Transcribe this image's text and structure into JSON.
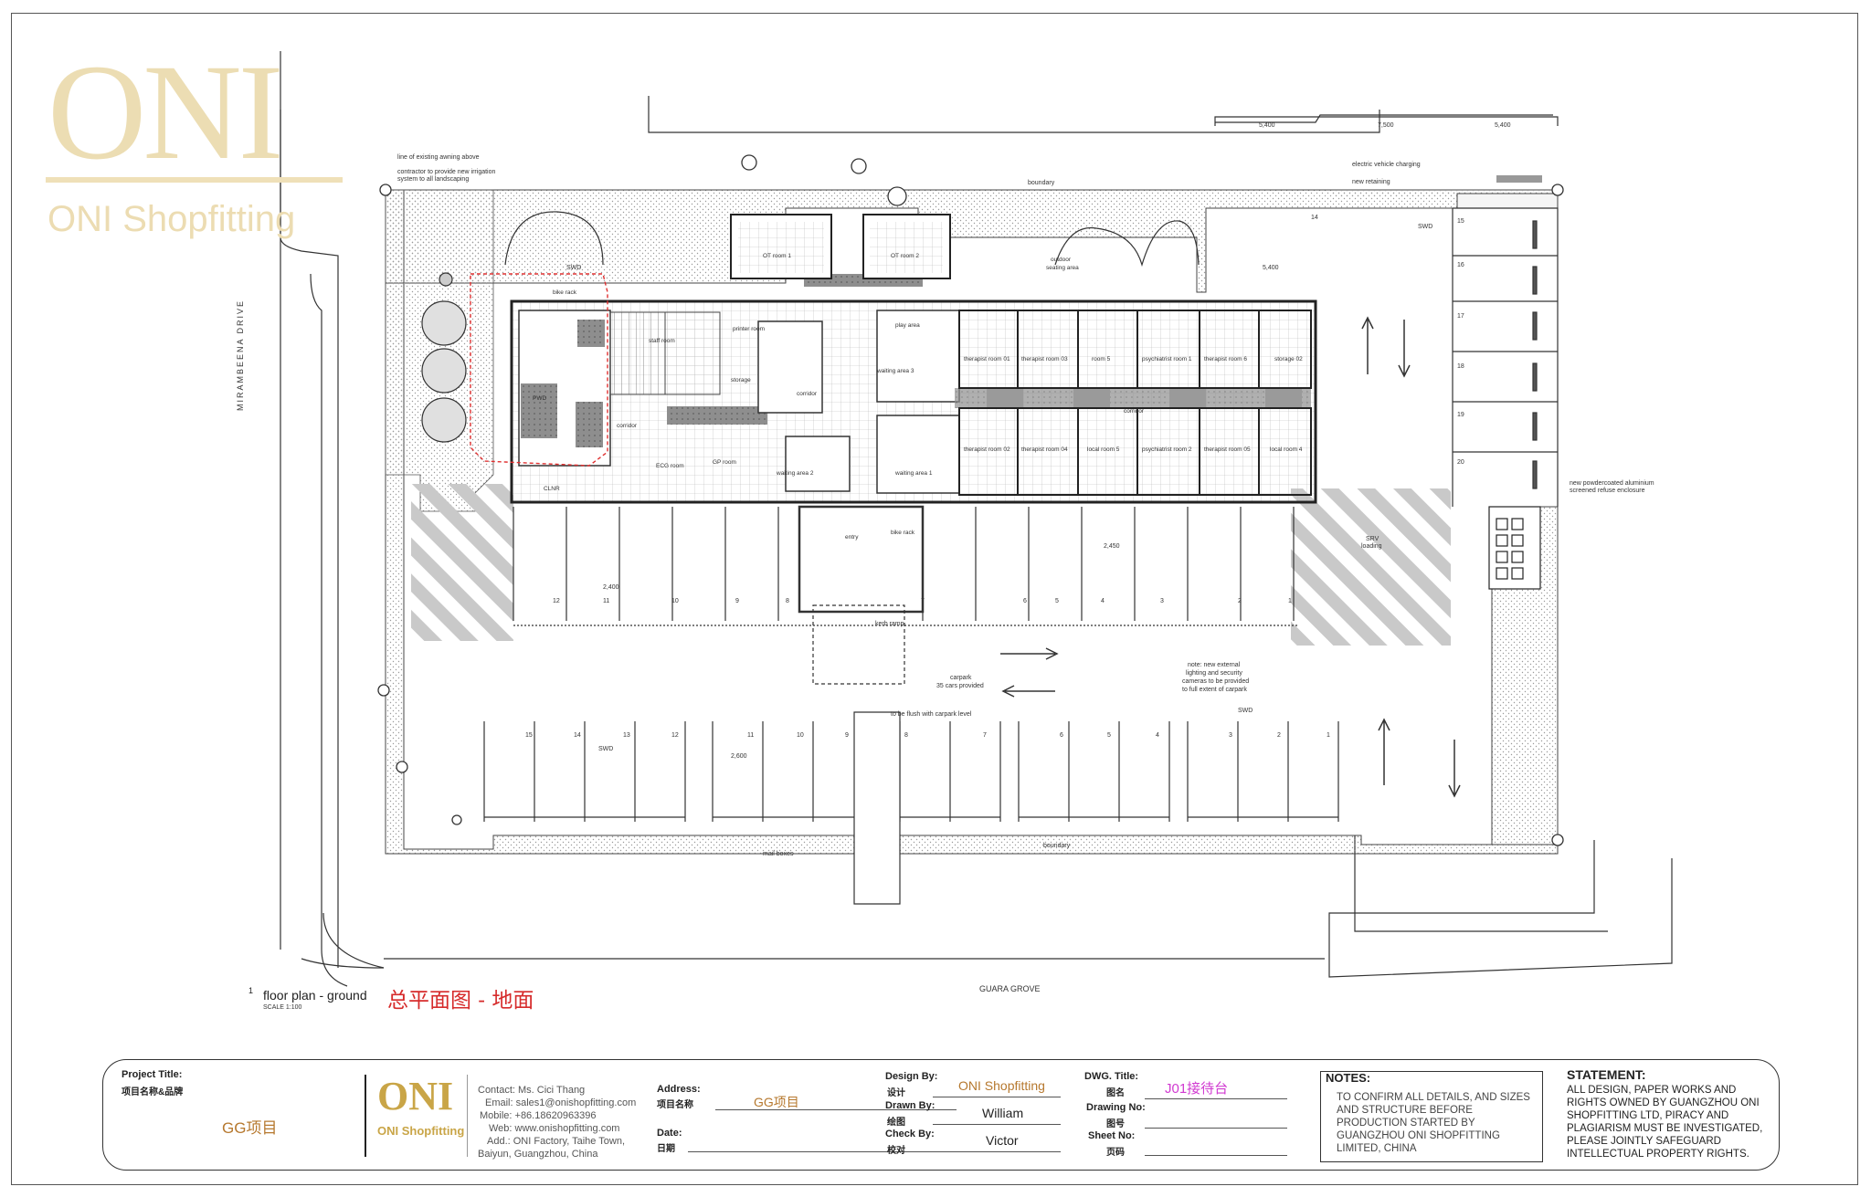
{
  "watermark": {
    "big": "ONI",
    "small": "ONI Shopfitting"
  },
  "plan": {
    "number": "1",
    "title": "floor plan - ground",
    "scale": "SCALE 1:100",
    "title_cn": "总平面图 - 地面",
    "street_bottom": "GUARA GROVE",
    "street_left": "MIRAMBEENA DRIVE",
    "boundary": "boundary",
    "carpark": "carpark",
    "carpark_sub": "35 cars provided",
    "note_lighting_1": "note: new external",
    "note_lighting_2": "lighting and security",
    "note_lighting_3": "cameras to be provided",
    "note_lighting_4": "to full extent of carpark",
    "flush": "to be flush with carpark level",
    "mail": "mail boxes",
    "ev": "electric vehicle charging",
    "retaining": "new retaining",
    "awning": "line of existing awning above",
    "irrigation_1": "contractor to provide new irrigation",
    "irrigation_2": "system to all landscaping",
    "refuse_1": "new powdercoated aluminium",
    "refuse_2": "screened refuse enclosure",
    "entry": "entry",
    "kerb_ramp": "kerb ramp",
    "bike_rack": "bike rack",
    "corridor": "corridor",
    "srv": "SRV",
    "loading": "loading",
    "staff_room": "staff room",
    "ot_room_1": "OT room 1",
    "ot_room_2": "OT room 2",
    "outdoor_seating": "outdoor",
    "outdoor_seating_2": "seating area",
    "play_area": "play area",
    "waiting_area_1": "waiting area 1",
    "waiting_area_2": "waiting area 2",
    "waiting_area_3": "waiting area 3",
    "gp_room": "GP room",
    "ecg_room": "ECG room",
    "storage": "storage",
    "printer_room": "printer room",
    "cleaner": "CLNR",
    "pwd": "PWD",
    "swd": "SWD",
    "dims": [
      "5,400",
      "7,500",
      "5,400",
      "5,400",
      "2,450",
      "2,600",
      "2,400"
    ],
    "therapy_top": [
      "therapist room 01",
      "therapist room 03",
      "room 5",
      "psychiatrist room 1",
      "therapist room 6",
      "storage 02"
    ],
    "therapy_bottom": [
      "therapist room 02",
      "therapist room 04",
      "local room 5",
      "psychiatrist room 2",
      "therapist room 05",
      "local room 4"
    ],
    "bay_top": [
      "12",
      "11",
      "10",
      "9",
      "8",
      "7",
      "6",
      "5",
      "4",
      "3",
      "2",
      "1"
    ],
    "bay_bottom": [
      "15",
      "14",
      "13",
      "12",
      "11",
      "10",
      "9",
      "8",
      "7",
      "6",
      "5",
      "4",
      "3",
      "2",
      "1"
    ],
    "bay_right": [
      "14",
      "15",
      "16",
      "17",
      "18",
      "19",
      "20"
    ]
  },
  "titleblock": {
    "project_title_label": "Project Title:",
    "project_title_cn": "项目名称&品牌",
    "project_value": "GG项目",
    "logo_big": "ONI",
    "logo_small": "ONI Shopfitting",
    "contact_lines": [
      "Contact:  Ms. Cici Thang",
      "Email: sales1@onishopfitting.com",
      "Mobile:  +86.18620963396",
      "Web: www.onishopfitting.com",
      "Add.:  ONI Factory, Taihe Town,",
      "Baiyun, Guangzhou, China"
    ],
    "address_label": "Address:",
    "address_cn": "项目名称",
    "address_value": "GG项目",
    "date_label": "Date:",
    "date_cn": "日期",
    "design_by_label": "Design By:",
    "design_by_cn": "设计",
    "design_by_value": "ONI Shopfitting",
    "drawn_by_label": "Drawn By:",
    "drawn_by_cn": "绘图",
    "drawn_by_value": "William",
    "check_by_label": "Check By:",
    "check_by_cn": "校对",
    "check_by_value": "Victor",
    "dwg_title_label": "DWG. Title:",
    "dwg_title_cn": "图名",
    "dwg_title_value": "J01接待台",
    "drawing_no_label": "Drawing No:",
    "drawing_no_cn": "图号",
    "sheet_no_label": "Sheet No:",
    "sheet_no_cn": "页码",
    "notes_label": "NOTES:",
    "notes_text": "TO CONFIRM ALL DETAILS, AND SIZES AND STRUCTURE BEFORE PRODUCTION STARTED BY GUANGZHOU ONI SHOPFITTING LIMITED, CHINA",
    "statement_label": "STATEMENT:",
    "statement_text": "ALL DESIGN, PAPER WORKS AND RIGHTS OWNED BY GUANGZHOU ONI SHOPFITTING LTD, PIRACY AND PLAGIARISM MUST BE INVESTIGATED, PLEASE JOINTLY SAFEGUARD INTELLECTUAL PROPERTY RIGHTS."
  }
}
